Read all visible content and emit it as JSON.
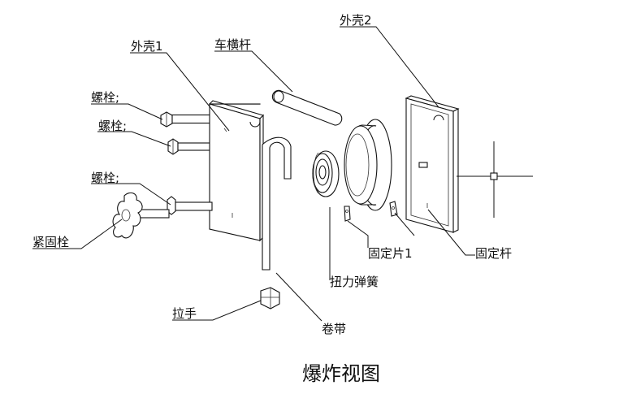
{
  "diagram": {
    "title": "爆炸视图",
    "labels": {
      "shell1": "外壳1",
      "crossbar": "车横杆",
      "shell2": "外壳2",
      "bolt_a": "螺栓;",
      "bolt_b": "螺栓;",
      "bolt_c": "螺栓;",
      "tight_bolt": "紧固栓",
      "fix_piece": "固定片1",
      "fix_rod": "固定杆",
      "torsion_spring": "扭力弹簧",
      "handle": "拉手",
      "tape": "卷带"
    }
  }
}
